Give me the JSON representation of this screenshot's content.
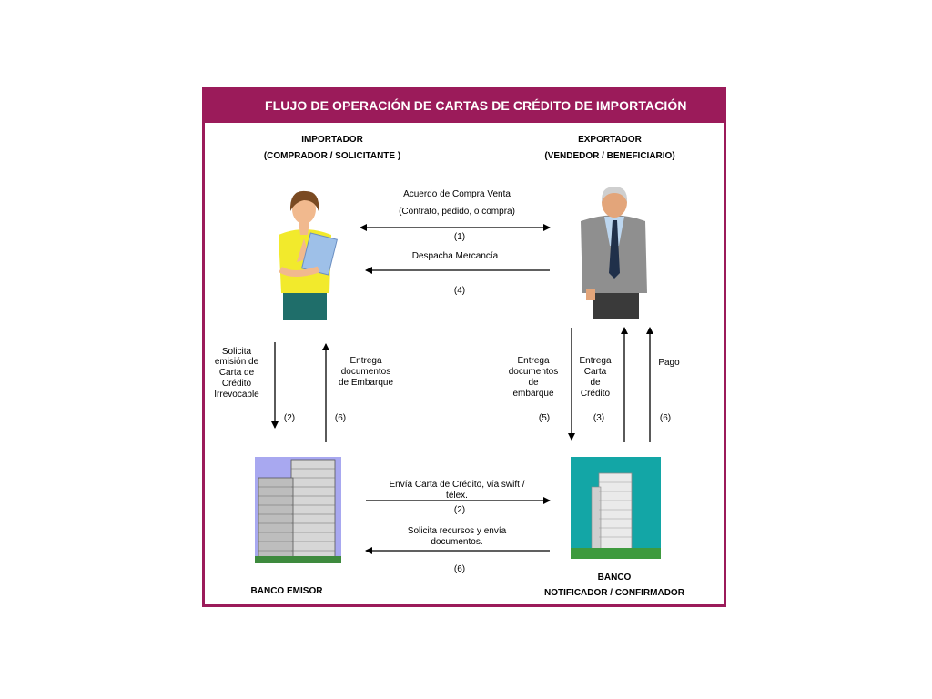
{
  "title": "FLUJO DE OPERACIÓN DE CARTAS DE CRÉDITO DE IMPORTACIÓN",
  "parties": {
    "importer": {
      "name": "IMPORTADOR",
      "role": "(COMPRADOR / SOLICITANTE )"
    },
    "exporter": {
      "name": "EXPORTADOR",
      "role": "(VENDEDOR / BENEFICIARIO)"
    },
    "issuing_bank": {
      "name": "BANCO EMISOR"
    },
    "advising_bank": {
      "name": "BANCO",
      "role": "NOTIFICADOR / CONFIRMADOR"
    }
  },
  "flows": {
    "agreement": {
      "line1": "Acuerdo de  Compra Venta",
      "line2": "(Contrato, pedido, o compra)",
      "step": "(1)"
    },
    "shipment": {
      "label": "Despacha Mercancía",
      "step": "(4)"
    },
    "request_lc": {
      "lines": [
        "Solicita",
        "emisión de",
        "Carta de",
        "Crédito",
        "Irrevocable"
      ],
      "step": "(2)"
    },
    "deliver_docs_importer": {
      "lines": [
        "Entrega",
        "documentos",
        "de Embarque"
      ],
      "step": "(6)"
    },
    "send_lc": {
      "line1": "Envía Carta de Crédito, vía swift /",
      "line2": "télex.",
      "step": "(2)"
    },
    "request_funds": {
      "line1": "Solicita recursos y envía",
      "line2": "documentos.",
      "step": "(6)"
    },
    "deliver_docs_bank": {
      "lines": [
        "Entrega",
        "documentos",
        "de",
        "embarque"
      ],
      "step": "(5)"
    },
    "deliver_lc": {
      "lines": [
        "Entrega",
        "Carta",
        "de",
        "Crédito"
      ],
      "step": "(3)"
    },
    "payment": {
      "label": "Pago",
      "step": "(6)"
    }
  },
  "colors": {
    "frame": "#9b1b5a",
    "title_text": "#ffffff"
  }
}
